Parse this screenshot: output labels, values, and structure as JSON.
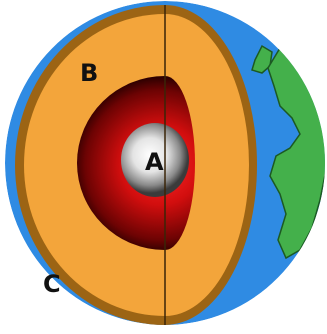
{
  "diagram": {
    "labels": {
      "a": "A",
      "b": "B",
      "c": "C"
    },
    "colors": {
      "crust": "#9c6414",
      "mantle": "#f3a53b",
      "outer_core": "#ff1a1a",
      "inner_core": "#f1f1f1",
      "ocean": "#2f8be3",
      "land": "#44b04b"
    }
  }
}
